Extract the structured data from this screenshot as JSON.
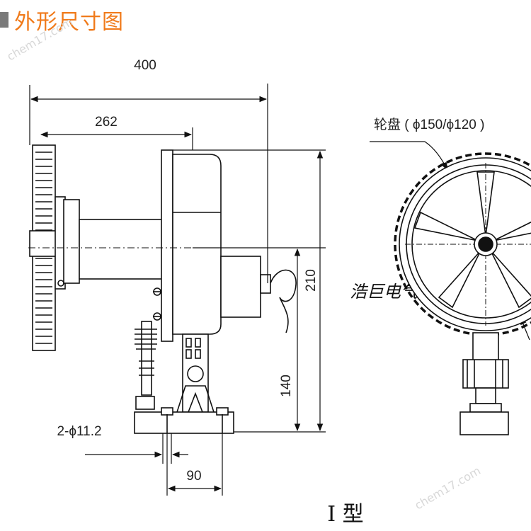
{
  "title": "外形尺寸图",
  "dimensions": {
    "overall_length": "400",
    "shaft_length": "262",
    "height_total": "210",
    "height_base": "140",
    "hole_spec": "2-ϕ11.2",
    "hole_spacing": "90"
  },
  "wheel_label": "轮盘 ( ϕ150/ϕ120 )",
  "brand": "浩巨电气",
  "model": "I 型",
  "watermark": "chem17.com",
  "colors": {
    "title": "#f07a1a",
    "accent_bar": "#7a7a7a",
    "line": "#111111"
  }
}
